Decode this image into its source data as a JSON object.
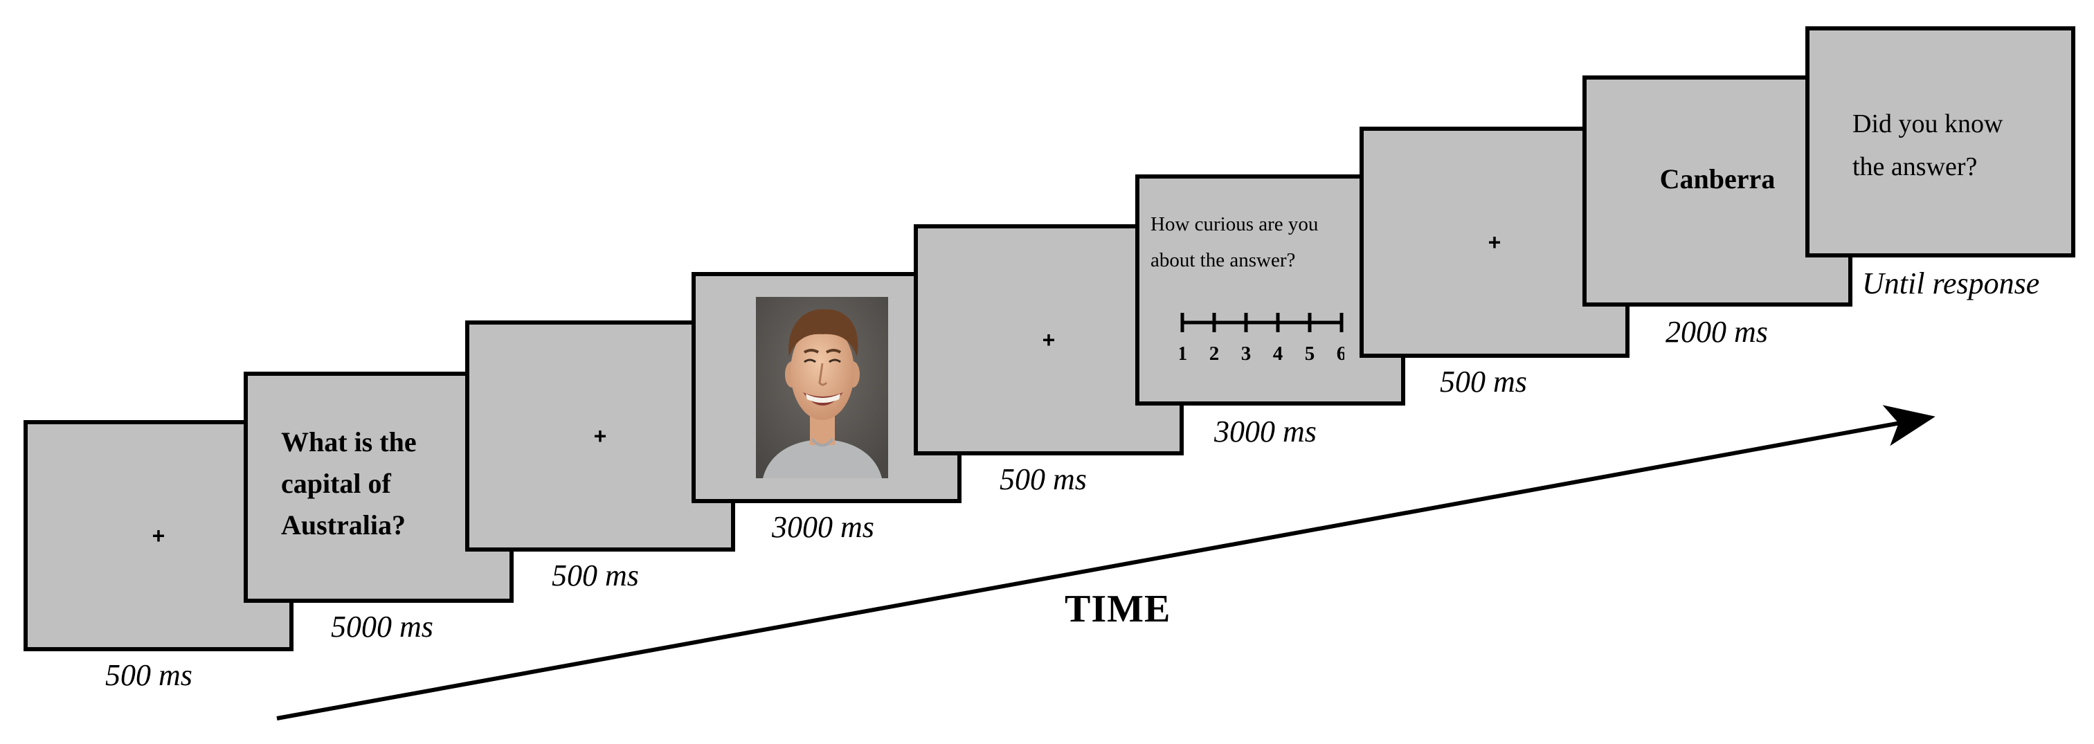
{
  "timeline": {
    "label": "TIME",
    "screens": [
      {
        "type": "fixation",
        "symbol": "+",
        "duration": "500 ms"
      },
      {
        "type": "question",
        "text": "What is the\ncapital of\nAustralia?",
        "duration": "5000 ms"
      },
      {
        "type": "fixation",
        "symbol": "+",
        "duration": "500 ms"
      },
      {
        "type": "face-image",
        "image": "smiling-face-photo",
        "duration": "3000 ms"
      },
      {
        "type": "fixation",
        "symbol": "+",
        "duration": "500 ms"
      },
      {
        "type": "curiosity-rating",
        "prompt": "How curious are you\nabout the answer?",
        "scale": [
          "1",
          "2",
          "3",
          "4",
          "5",
          "6"
        ],
        "duration": "3000 ms"
      },
      {
        "type": "fixation",
        "symbol": "+",
        "duration": "500 ms"
      },
      {
        "type": "answer",
        "text": "Canberra",
        "duration": "2000 ms"
      },
      {
        "type": "knowledge-question",
        "text": "Did you know\nthe answer?",
        "duration": "Until response"
      }
    ]
  },
  "colors": {
    "screen_fill": "#c0c0c0",
    "border": "#000000",
    "arrow": "#000000"
  }
}
